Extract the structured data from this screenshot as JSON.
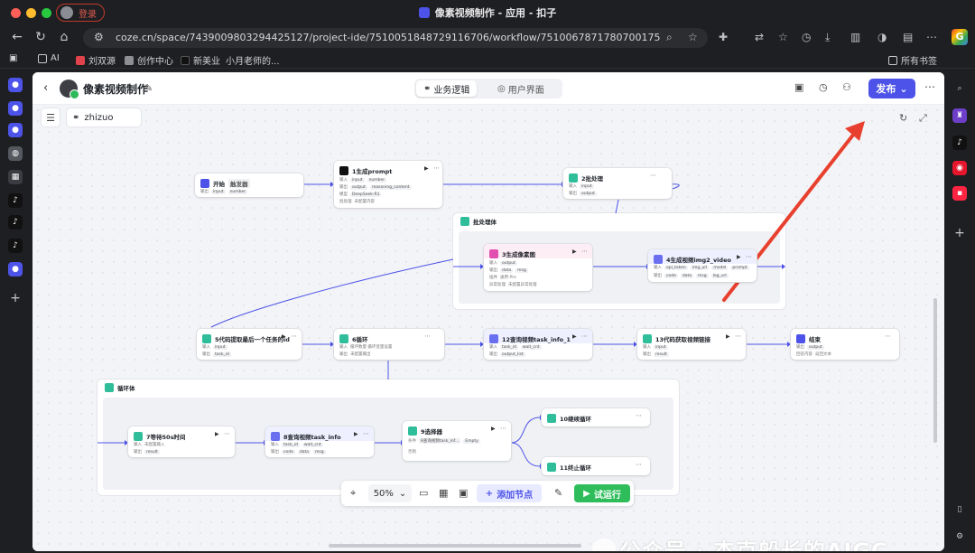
{
  "browser": {
    "window_title": "像素视频制作 - 应用 - 扣子",
    "profile_label": "登录",
    "url": "coze.cn/space/7439009803294425127/project-ide/7510051848729116706/workflow/7510067871780700175",
    "bookmarks": [
      "AI",
      "刘双源",
      "创作中心",
      "新美业",
      "小月老师的..."
    ],
    "bookmarks_right": "所有书签"
  },
  "header": {
    "project_name": "像素视频制作",
    "tabs": [
      {
        "label": "业务逻辑",
        "active": true
      },
      {
        "label": "用户界面",
        "active": false
      }
    ],
    "publish_label": "发布"
  },
  "canvas": {
    "workflow_name": "zhizuo",
    "nodes": {
      "start": {
        "title": "开始",
        "tag": "触发器",
        "rows": [
          {
            "k": "输出",
            "v": [
              "input",
              "number"
            ]
          }
        ]
      },
      "prompt": {
        "title": "1生成prompt",
        "rows": [
          {
            "k": "输入",
            "v": [
              "input",
              "number"
            ]
          },
          {
            "k": "输出",
            "v": [
              "output",
              "reasoning_content"
            ]
          },
          {
            "k": "模型",
            "v": [
              "DeepSeek-R1"
            ]
          },
          {
            "k": "批处理",
            "v": [
              "未配置内容"
            ]
          }
        ]
      },
      "batch_handle": {
        "title": "2批处理",
        "rows": [
          {
            "k": "输入",
            "v": [
              "input"
            ]
          },
          {
            "k": "输出",
            "v": [
              "output"
            ]
          }
        ]
      },
      "batch_body": {
        "title": "批处理体"
      },
      "image": {
        "title": "3生成像素图",
        "rows": [
          {
            "k": "输入",
            "v": [
              "output"
            ]
          },
          {
            "k": "输出",
            "v": [
              "data",
              "msg"
            ]
          },
          {
            "k": "插件",
            "v": [
              "通用-Pro"
            ]
          },
          {
            "k": "异常处理",
            "v": [
              "未配置异常处理"
            ]
          }
        ]
      },
      "img2video": {
        "title": "4生成视频img2_video",
        "rows": [
          {
            "k": "输入",
            "v": [
              "api_token",
              "img_url",
              "model",
              "prompt"
            ]
          },
          {
            "k": "输出",
            "v": [
              "code",
              "data",
              "msg",
              "log_url"
            ]
          }
        ]
      },
      "code5": {
        "title": "5代码提取最后一个任务的id",
        "rows": [
          {
            "k": "输入",
            "v": [
              "input"
            ]
          },
          {
            "k": "输出",
            "v": [
              "task_id"
            ]
          }
        ]
      },
      "loop6": {
        "title": "6循环",
        "rows": [
          {
            "k": "输入",
            "v": [
              "循环数量 循环变量设置"
            ]
          },
          {
            "k": "输出",
            "v": [
              "未配置输出"
            ]
          }
        ]
      },
      "query12": {
        "title": "12查询视频task_info_1",
        "rows": [
          {
            "k": "输入",
            "v": [
              "task_id",
              "wait_cnt"
            ]
          },
          {
            "k": "输出",
            "v": [
              "output_list"
            ]
          }
        ]
      },
      "code13": {
        "title": "13代码获取视频链接",
        "rows": [
          {
            "k": "输入",
            "v": [
              "input"
            ]
          },
          {
            "k": "输出",
            "v": [
              "result"
            ]
          }
        ]
      },
      "end": {
        "title": "结束",
        "rows": [
          {
            "k": "输出",
            "v": [
              "output"
            ]
          },
          {
            "k": "回答内容",
            "v": [
              "返回文本"
            ]
          }
        ]
      },
      "loop_body": {
        "title": "循环体"
      },
      "wait7": {
        "title": "7等待50s时间",
        "rows": [
          {
            "k": "输入",
            "v": [
              "未配置输入"
            ]
          },
          {
            "k": "输出",
            "v": [
              "result"
            ]
          }
        ]
      },
      "query8": {
        "title": "8查询视频task_info",
        "rows": [
          {
            "k": "输入",
            "v": [
              "task_id",
              "wait_cnt"
            ]
          },
          {
            "k": "输出",
            "v": [
              "code",
              "data",
              "msg"
            ]
          }
        ]
      },
      "select9": {
        "title": "9选择器",
        "rows": [
          {
            "k": "条件",
            "v": [
              "8查询视频task_inf...",
              "Empty"
            ]
          },
          {
            "k": "否则",
            "v": [
              ""
            ]
          }
        ]
      },
      "continue10": {
        "title": "10继续循环"
      },
      "stop11": {
        "title": "11终止循环"
      }
    }
  },
  "toolbar": {
    "zoom": "50%",
    "add_node_label": "添加节点",
    "test_run_label": "试运行"
  },
  "watermark": "公众号 · 杰克船长的AIGC",
  "colors": {
    "accent": "#4d53e8",
    "run_green": "#2fbd5c",
    "arrow_red": "#e8402e",
    "edge_blue": "#4d53e8"
  }
}
